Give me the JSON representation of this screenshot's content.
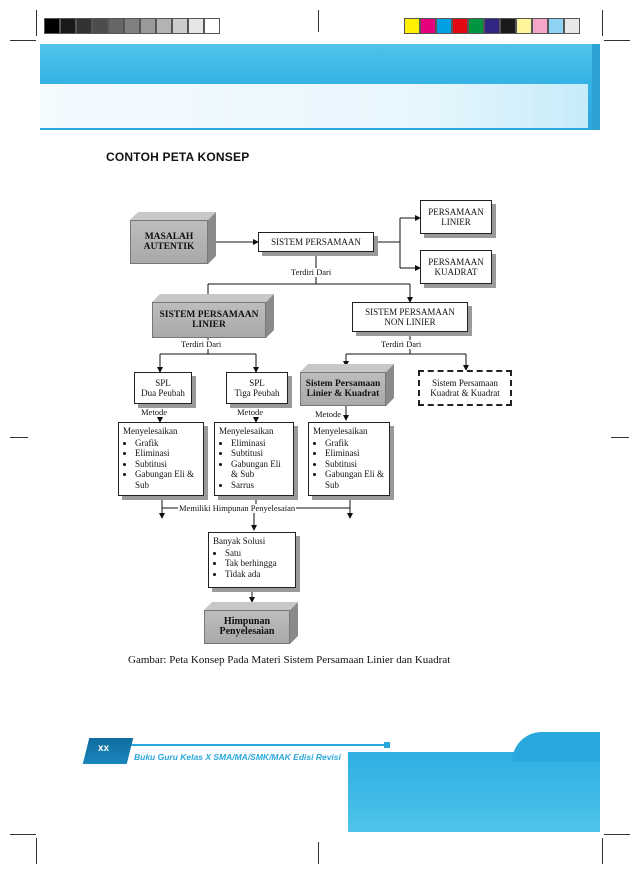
{
  "header": {
    "section_title": "CONTOH PETA KONSEP"
  },
  "diagram": {
    "masalah": [
      "MASALAH",
      "AUTENTIK"
    ],
    "sistem_persamaan": "SISTEM PERSAMAAN",
    "persamaan_linier": [
      "PERSAMAAN",
      "LINIER"
    ],
    "persamaan_kuadrat": [
      "PERSAMAAN",
      "KUADRAT"
    ],
    "terdiri_dari": "Terdiri Dari",
    "spl_linier": [
      "SISTEM PERSAMAAN",
      "LINIER"
    ],
    "sp_non_linier": [
      "SISTEM PERSAMAAN",
      "NON LINIER"
    ],
    "spl_dua": [
      "SPL",
      "Dua Peubah"
    ],
    "spl_tiga": [
      "SPL",
      "Tiga Peubah"
    ],
    "sp_linier_kuadrat": [
      "Sistem Persamaan",
      "Linier & Kuadrat"
    ],
    "sp_kuadrat_kuadrat": [
      "Sistem Persamaan",
      "Kuadrat & Kuadrat"
    ],
    "metode": "Metode",
    "menyelesaikan": "Menyelesaikan",
    "list1": [
      "Grafik",
      "Eliminasi",
      "Subtitusi",
      "Gabungan Eli & Sub"
    ],
    "list2": [
      "Eliminasi",
      "Subtitusi",
      "Gabungan Eli & Sub",
      "Sarrus"
    ],
    "list3": [
      "Grafik",
      "Eliminasi",
      "Subtitusi",
      "Gabungan Eli & Sub"
    ],
    "memiliki": "Memiliki Himpunan Penyelesaian",
    "banyak_solusi": "Banyak Solusi",
    "solusi_list": [
      "Satu",
      "Tak berhingga",
      "Tidak ada"
    ],
    "himpunan": [
      "Himpunan",
      "Penyelesaian"
    ]
  },
  "caption": "Gambar: Peta Konsep Pada Materi Sistem Persamaan Linier dan Kuadrat",
  "footer": {
    "page_label": "xx",
    "book_title": "Buku Guru Kelas X SMA/MA/SMK/MAK Edisi Revisi"
  },
  "colors": {
    "accent": "#2aa7dc",
    "box_gray": "#b3b3b3"
  }
}
